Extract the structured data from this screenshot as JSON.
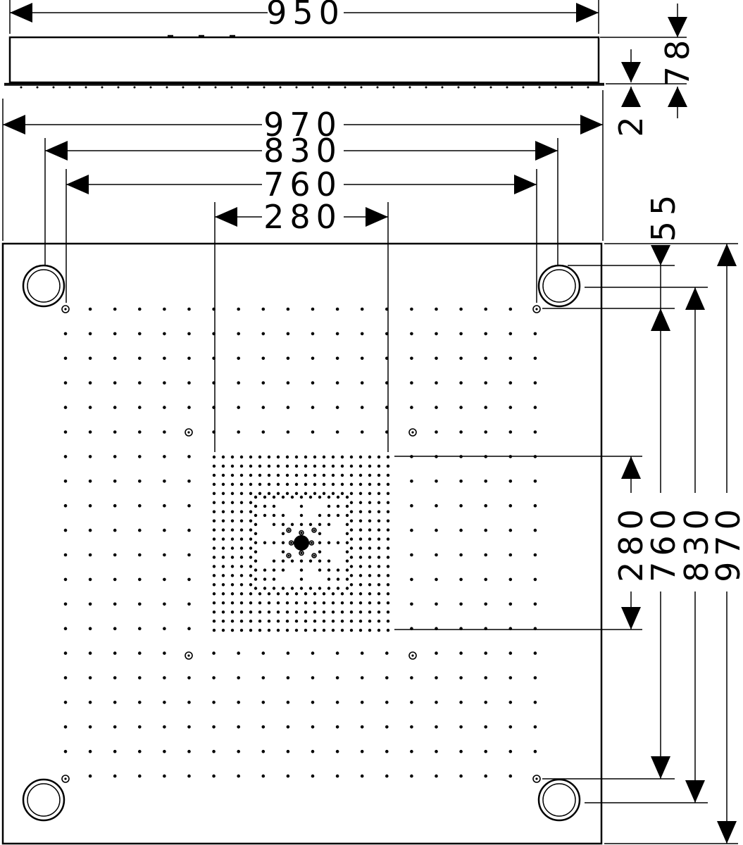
{
  "drawing": {
    "top_view": {
      "width_950": "950",
      "height_78": "78",
      "gap_2": "2"
    },
    "horizontal_dims": {
      "d970": "970",
      "d830": "830",
      "d760": "760",
      "d280": "280"
    },
    "vertical_dims": {
      "d55": "55",
      "d280": "280",
      "d760": "760",
      "d830": "830",
      "d970": "970"
    }
  },
  "colors": {
    "line": "#000000",
    "background": "#ffffff"
  }
}
